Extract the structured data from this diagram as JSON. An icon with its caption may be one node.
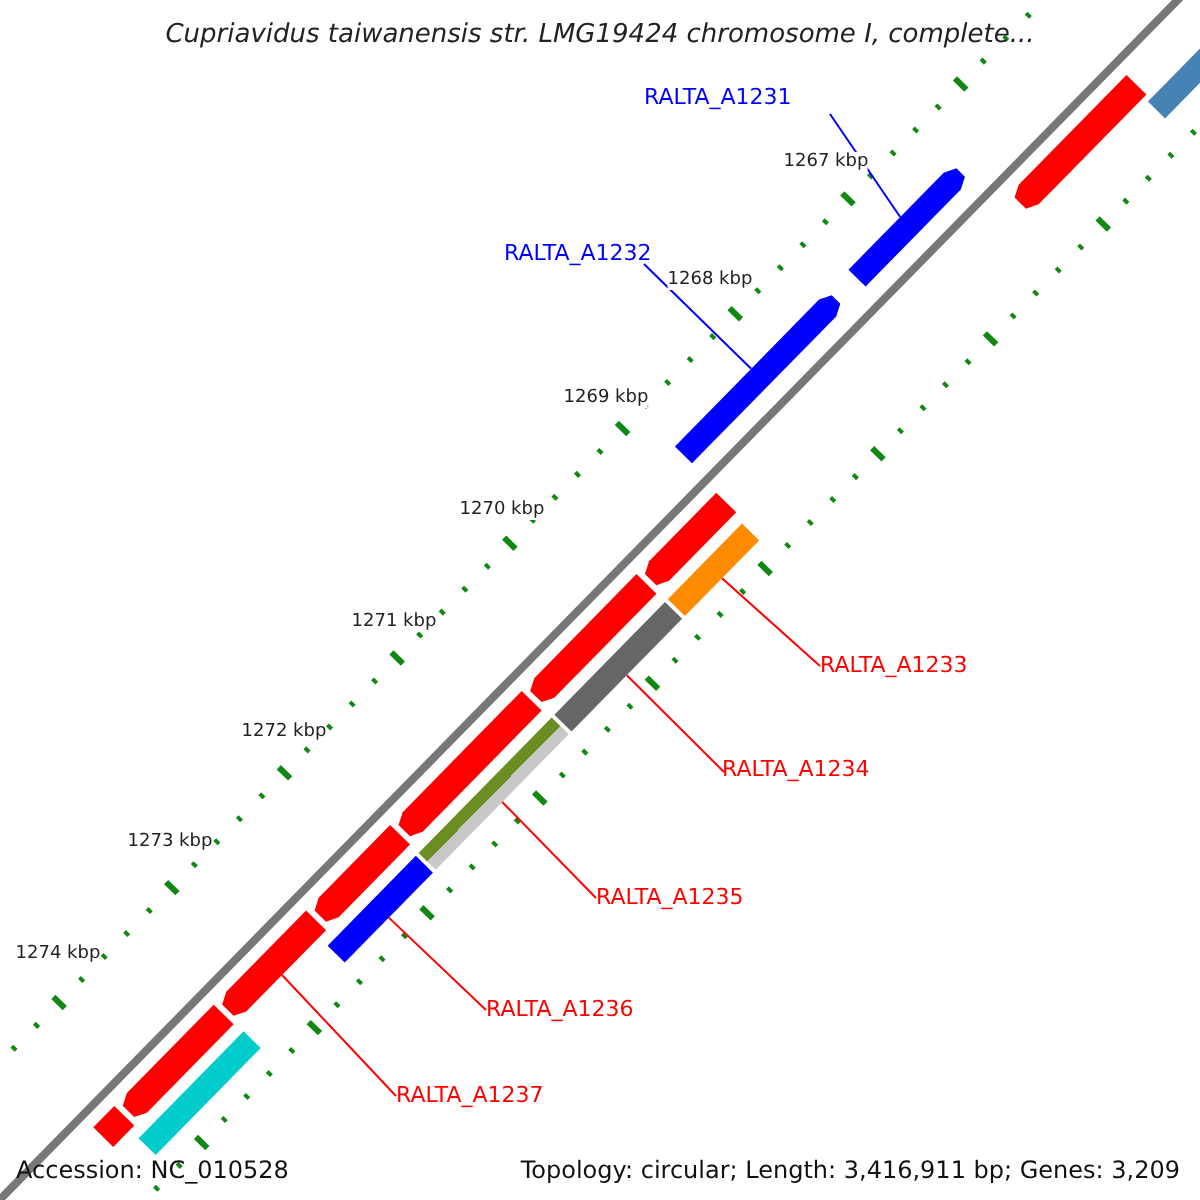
{
  "diagram": {
    "title": "Cupriavidus taiwanensis str. LMG19424 chromosome I, complete...",
    "nodes": [
      {
        "text": [
          "RALTA_A1231"
        ]
      },
      {
        "text": [
          "RALTA_A1232"
        ]
      },
      {
        "text": [
          "RALTA_A1233"
        ]
      },
      {
        "text": [
          "RALTA_A1234"
        ]
      },
      {
        "text": [
          "RALTA_A1235"
        ]
      },
      {
        "text": [
          "RALTA_A1236"
        ]
      },
      {
        "text": [
          "RALTA_A1237"
        ]
      },
      {
        "text": [],
        "shape": "bar"
      },
      {
        "text": [],
        "shape": "bar"
      },
      {
        "text": [],
        "shape": "bar"
      },
      {
        "text": [],
        "shape": "bar"
      },
      {
        "text": [],
        "shape": "bar"
      },
      {
        "text": [],
        "shape": "bar"
      },
      {
        "text": [],
        "shape": "bar"
      },
      {
        "text": [],
        "shape": "bar"
      },
      {
        "text": [],
        "shape": "bar"
      },
      {
        "text": [],
        "shape": "bar"
      },
      {
        "text": [],
        "shape": "bar"
      },
      {
        "text": [],
        "shape": "bar"
      },
      {
        "text": [],
        "shape": "bar"
      },
      {
        "text": [],
        "shape": "bar"
      },
      {
        "text": [],
        "shape": "bar"
      },
      {
        "text": [],
        "shape": "bar"
      }
    ],
    "edges": [
      {
        "from": 0,
        "to": 7,
        "arrow": "none",
        "color": "#0000ff"
      },
      {
        "from": 1,
        "to": 8,
        "arrow": "none",
        "color": "#0000ff"
      },
      {
        "from": 2,
        "to": 9,
        "arrow": "none"
      },
      {
        "from": 3,
        "to": 10,
        "arrow": "none"
      },
      {
        "from": 4,
        "to": 11,
        "arrow": "none"
      },
      {
        "from": 5,
        "to": 12,
        "arrow": "none"
      },
      {
        "from": 6,
        "to": 13,
        "arrow": "none"
      }
    ],
    "labels": [
      "1267 kbp",
      "1268 kbp",
      "1269 kbp",
      "1270 kbp",
      "1271 kbp",
      "1272 kbp",
      "1273 kbp",
      "1274 kbp",
      "Accession: NC_010528",
      "Topology: circular; Length: 3,416,911 bp; Genes: 3,209"
    ]
  }
}
